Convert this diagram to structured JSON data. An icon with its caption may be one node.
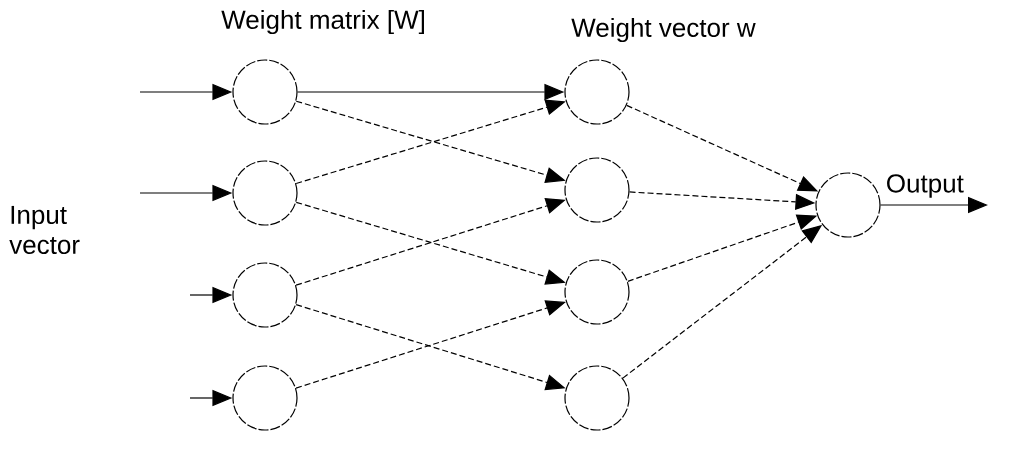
{
  "diagram": {
    "nodes": [
      {
        "text": [],
        "shape": "circle"
      },
      {
        "text": [],
        "shape": "circle"
      },
      {
        "text": [],
        "shape": "circle"
      },
      {
        "text": [],
        "shape": "circle"
      },
      {
        "text": [],
        "shape": "circle"
      },
      {
        "text": [],
        "shape": "circle"
      },
      {
        "text": [],
        "shape": "circle"
      },
      {
        "text": [],
        "shape": "circle"
      },
      {
        "text": [],
        "shape": "circle",
        "beside": [
          "Output"
        ]
      }
    ],
    "edges": [
      {
        "from": null,
        "to": 0,
        "arrow": "to"
      },
      {
        "from": null,
        "to": 1,
        "arrow": "to"
      },
      {
        "from": null,
        "to": 2,
        "arrow": "to"
      },
      {
        "from": null,
        "to": 3,
        "arrow": "to"
      },
      {
        "from": 0,
        "to": 4,
        "arrow": "to"
      },
      {
        "from": 0,
        "to": 5,
        "arrow": "to",
        "style": "dashed"
      },
      {
        "from": 1,
        "to": 4,
        "arrow": "to",
        "style": "dashed"
      },
      {
        "from": 1,
        "to": 6,
        "arrow": "to",
        "style": "dashed"
      },
      {
        "from": 2,
        "to": 5,
        "arrow": "to",
        "style": "dashed"
      },
      {
        "from": 2,
        "to": 7,
        "arrow": "to",
        "style": "dashed"
      },
      {
        "from": 3,
        "to": 6,
        "arrow": "to",
        "style": "dashed"
      },
      {
        "from": 4,
        "to": 8,
        "arrow": "to",
        "style": "dashed"
      },
      {
        "from": 5,
        "to": 8,
        "arrow": "to",
        "style": "dashed"
      },
      {
        "from": 6,
        "to": 8,
        "arrow": "to",
        "style": "dashed"
      },
      {
        "from": 7,
        "to": 8,
        "arrow": "to",
        "style": "dashed"
      },
      {
        "from": 8,
        "to": null,
        "arrow": "to"
      }
    ],
    "labels": [
      "Weight matrix [W]",
      "Weight vector w",
      "Input vector"
    ]
  }
}
